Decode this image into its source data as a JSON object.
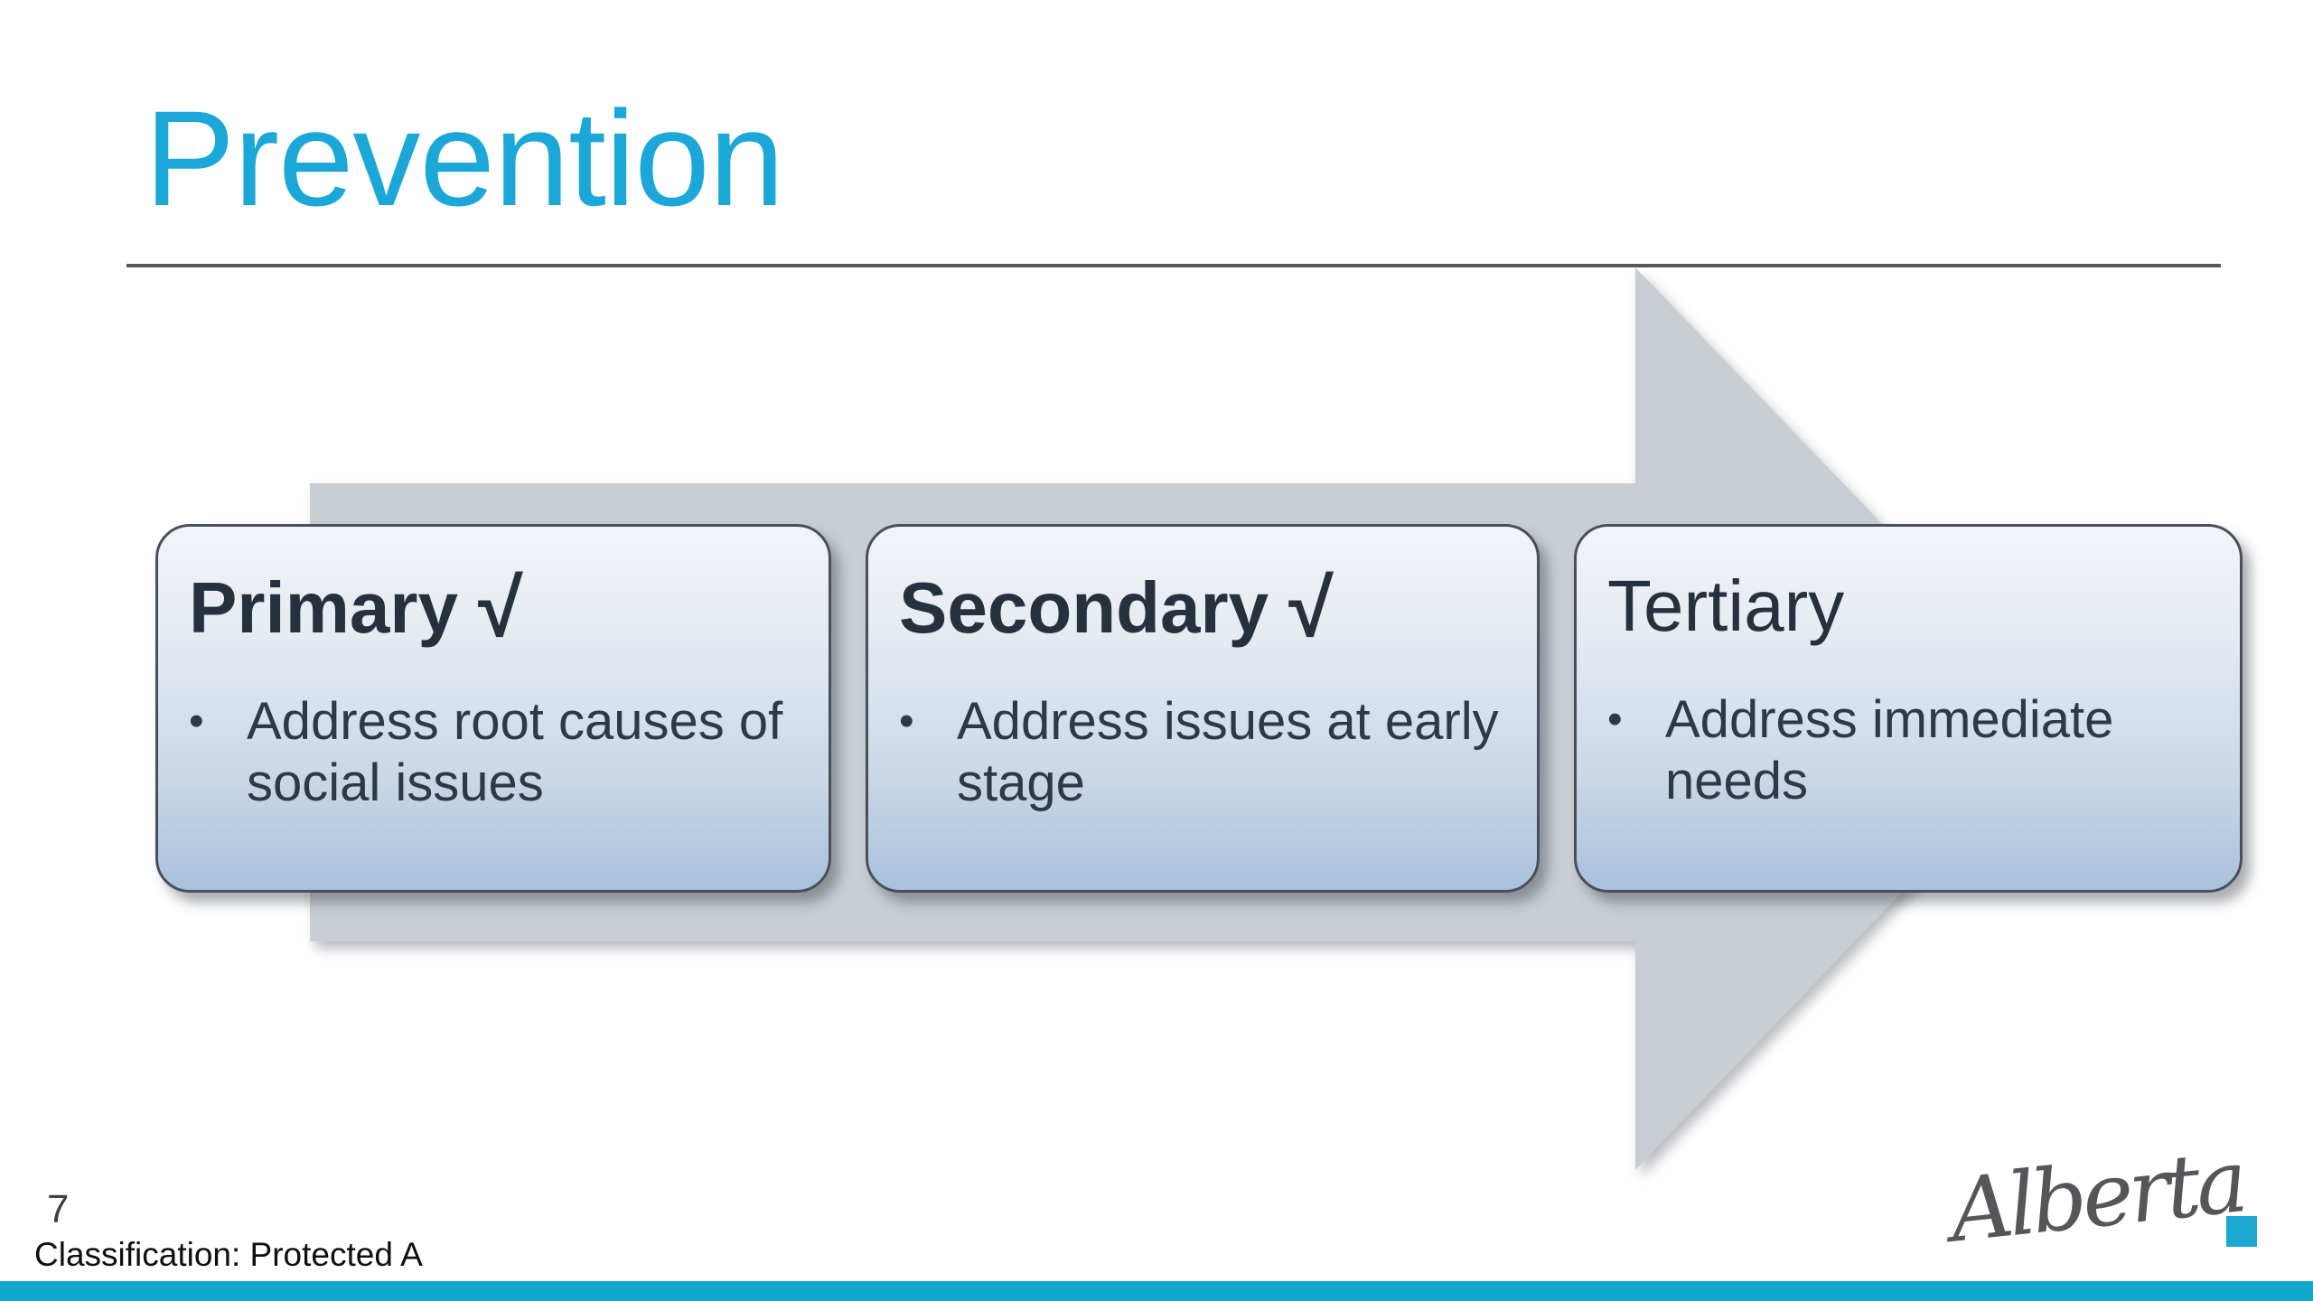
{
  "slide": {
    "title": "Prevention",
    "bullet_glyph": "•",
    "stages": [
      {
        "heading": "Primary",
        "check": "√",
        "bullets": [
          "Address root causes of social issues"
        ]
      },
      {
        "heading": "Secondary",
        "check": "√",
        "bullets": [
          "Address issues at early stage"
        ]
      },
      {
        "heading": "Tertiary",
        "check": "",
        "bullets": [
          "Address immediate needs"
        ]
      }
    ],
    "footer": {
      "page_number": "7",
      "classification": "Classification: Protected A"
    },
    "logo": {
      "wordmark": "Alberta"
    },
    "colors": {
      "title_cyan": "#1BA8D8",
      "footer_bar_cyan": "#10A7CC",
      "logo_square_cyan": "#1BA8D2",
      "arrow_gray": "#C8CED3",
      "box_border": "#4A505B",
      "heading_text": "#27313D",
      "body_text": "#2E3947",
      "rule_gray": "#56585C"
    }
  }
}
